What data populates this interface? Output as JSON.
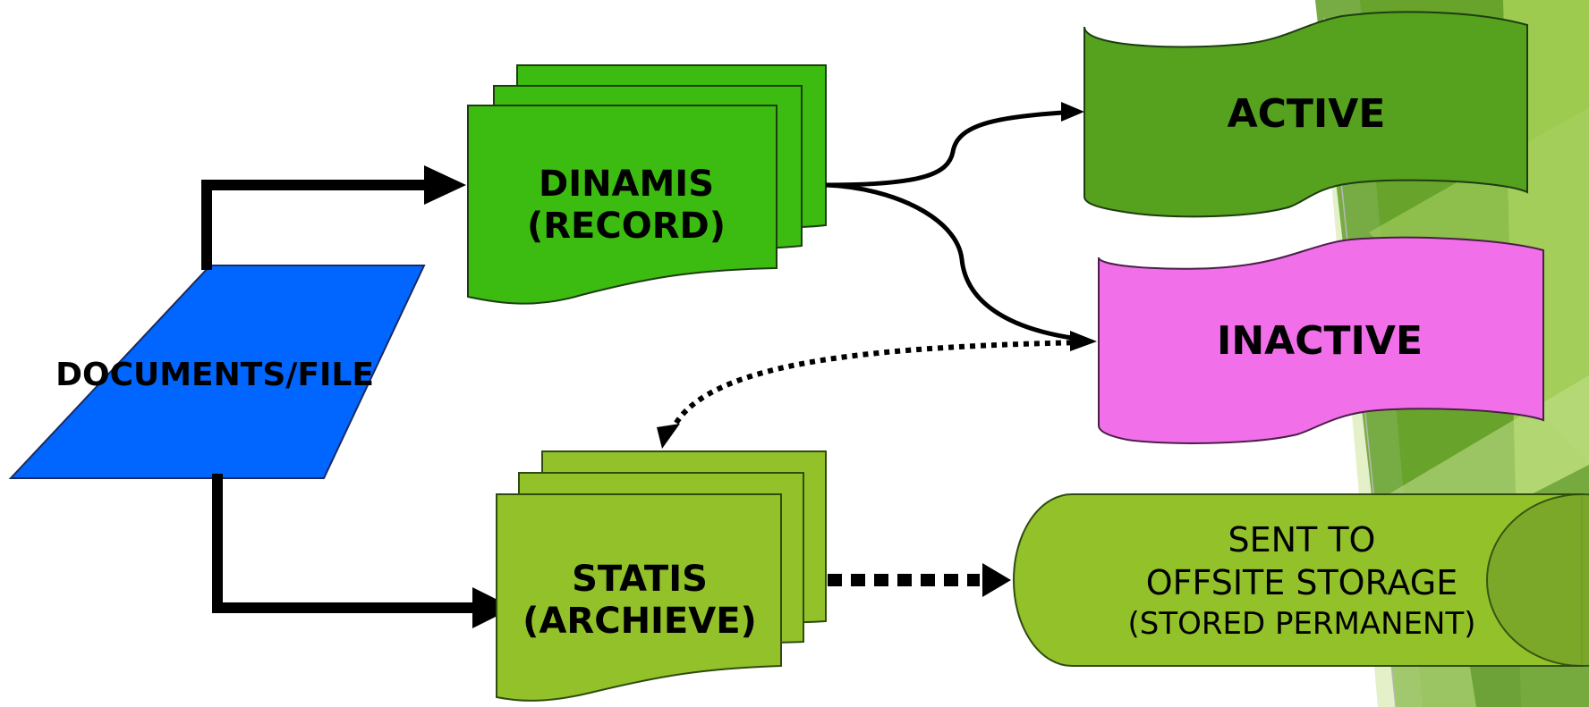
{
  "nodes": {
    "documents": {
      "label": "DOCUMENTS/FILE",
      "color": "#0066ff"
    },
    "dinamis": {
      "line1": "DINAMIS",
      "line2": "(RECORD)",
      "color": "#3cbc10"
    },
    "active": {
      "label": "ACTIVE",
      "color": "#56a11e"
    },
    "inactive": {
      "label": "INACTIVE",
      "color": "#f170ea"
    },
    "statis": {
      "line1": "STATIS",
      "line2": "(ARCHIEVE)",
      "color": "#92c12a"
    },
    "storage": {
      "line1": "SENT TO",
      "line2": "OFFSITE STORAGE",
      "line3": "(STORED PERMANENT)",
      "color": "#92c12a"
    }
  },
  "decor": {
    "accent_dark": "#5b9a22",
    "accent_light": "#8fc43a",
    "accent_pale": "#d9ebb6"
  }
}
